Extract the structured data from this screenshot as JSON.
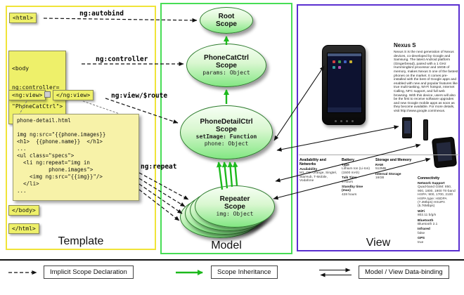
{
  "template": {
    "section_label": "Template",
    "autobind_label": "ng:autobind",
    "controller_label": "ng:controller",
    "view_route_label": "ng:view/$route",
    "repeat_label": "ng:repeat",
    "html_open_tag": "<html>",
    "html_close_tag": "</html>",
    "body_close_tag": "</body>",
    "body_tag_lines": [
      "<body",
      "ng:controller=",
      "\"PhoneCatCtrl\">"
    ],
    "ngview_open_tag": "<ng:view>",
    "ngview_close_tag": "</ng:view>",
    "code_lines": [
      "phone-detail.html",
      "",
      "img ng:src=\"{{phone.images}}",
      "<h1>  {{phone.name}}  </h1>",
      "...",
      "<ul class=\"specs\">",
      "  <li ng:repeat=\"img in",
      "          phone.images\">",
      "    <img ng:src=\"{{img}}\"/>",
      "  </li>",
      "..."
    ]
  },
  "model": {
    "section_label": "Model",
    "scopes": {
      "root": {
        "line1": "Root",
        "line2": "Scope"
      },
      "phonecat": {
        "line1": "PhoneCatCtrl",
        "line2": "Scope",
        "prop1": "params: Object"
      },
      "phonedetail": {
        "line1": "PhoneDetailCtrl",
        "line2": "Scope",
        "prop1": "setImage: Function",
        "prop2": "phone: Object"
      },
      "repeater": {
        "line1": "Repeater",
        "line2": "Scope",
        "prop1": "img: Object"
      }
    }
  },
  "view": {
    "section_label": "View",
    "phone_title": "Nexus S",
    "phone_description": "Nexus S is the next generation of Nexus devices, co-developed by Google and Samsung. The latest Android platform (Gingerbread), paired with a 1 GHz Hummingbird processor and 16GB of memory, makes Nexus S one of the fastest phones on the market. It comes pre-installed with the best of Google apps and enabled with new and popular features like true multi-tasking, Wi-Fi hotspot, Internet Calling, NFC support, and full web browsing. With this device, users will also be the first to receive software upgrades and new Google mobile apps as soon as they become available. For more details, visit http://www.google.com/nexus.",
    "specs": {
      "availability": {
        "header": "Availability and Networks",
        "rows": [
          {
            "label": "Availability",
            "value": "M1, O2, Orange, Singtel, StarHub, T-Mobile, Vodafone"
          }
        ]
      },
      "battery": {
        "header": "Battery",
        "rows": [
          {
            "label": "Type",
            "value": "Lithium Ion (Li-Ion) (1500 mAh)"
          },
          {
            "label": "Talk Time",
            "value": "6 hours"
          },
          {
            "label": "Standby time (max)",
            "value": "428 hours"
          }
        ]
      },
      "storage": {
        "header": "Storage and Memory",
        "rows": [
          {
            "label": "RAM",
            "value": "512MB"
          },
          {
            "label": "Internal Storage",
            "value": "16GB"
          }
        ]
      },
      "connectivity": {
        "header": "Connectivity",
        "rows": [
          {
            "label": "Network Support",
            "value": "Quad-band GSM: 850, 900, 1800, 1900 Tri-band HSPA: 900, 1700, 2100 HSPA type: HSDPA (7.2Mbps) HSUPA (5.76Mbps)"
          },
          {
            "label": "WiFi",
            "value": "802.11 b/g/n"
          },
          {
            "label": "Bluetooth",
            "value": "Bluetooth 2.1"
          },
          {
            "label": "Infrared",
            "value": "false"
          },
          {
            "label": "GPS",
            "value": "true"
          }
        ]
      }
    }
  },
  "legend": {
    "implicit_label": "Implicit Scope Declaration",
    "inheritance_label": "Scope Inheritance",
    "databinding_label": "Model / View Data-binding"
  },
  "colors": {
    "template_border": "#F0E438",
    "model_border": "#47DD55",
    "view_border": "#5A2FD0",
    "tag_fill": "#EEF06A",
    "code_fill": "#F7F2A8",
    "scope_fill": "#83E783",
    "inheritance_arrow": "#1DB91D"
  }
}
